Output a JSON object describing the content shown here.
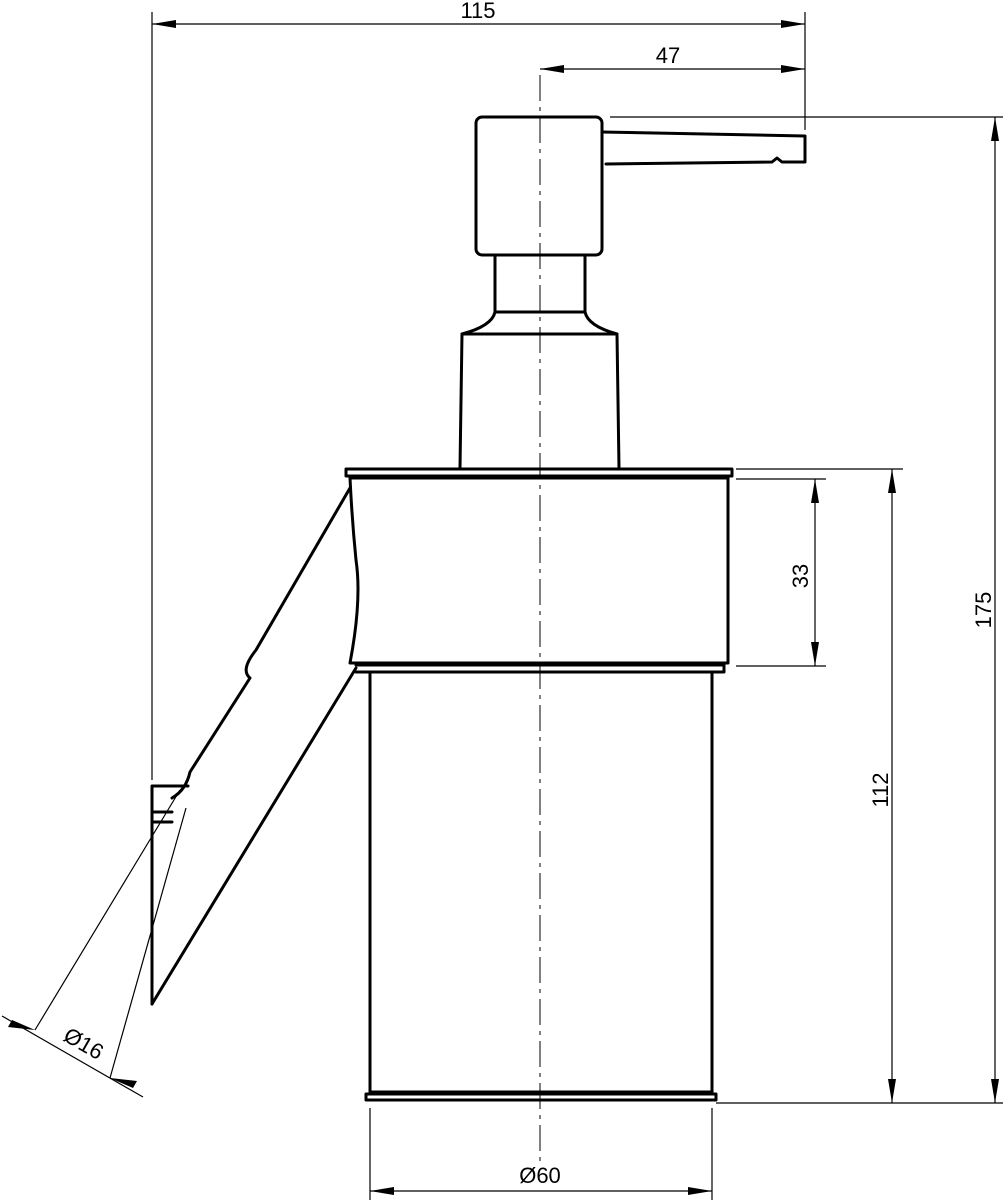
{
  "dimensions": {
    "overall_width": "115",
    "spout_reach": "47",
    "total_height": "175",
    "container_height": "112",
    "ring_height": "33",
    "container_diameter": "Ø60",
    "arm_diameter": "Ø16"
  },
  "colors": {
    "line": "#000000",
    "background": "#ffffff"
  }
}
